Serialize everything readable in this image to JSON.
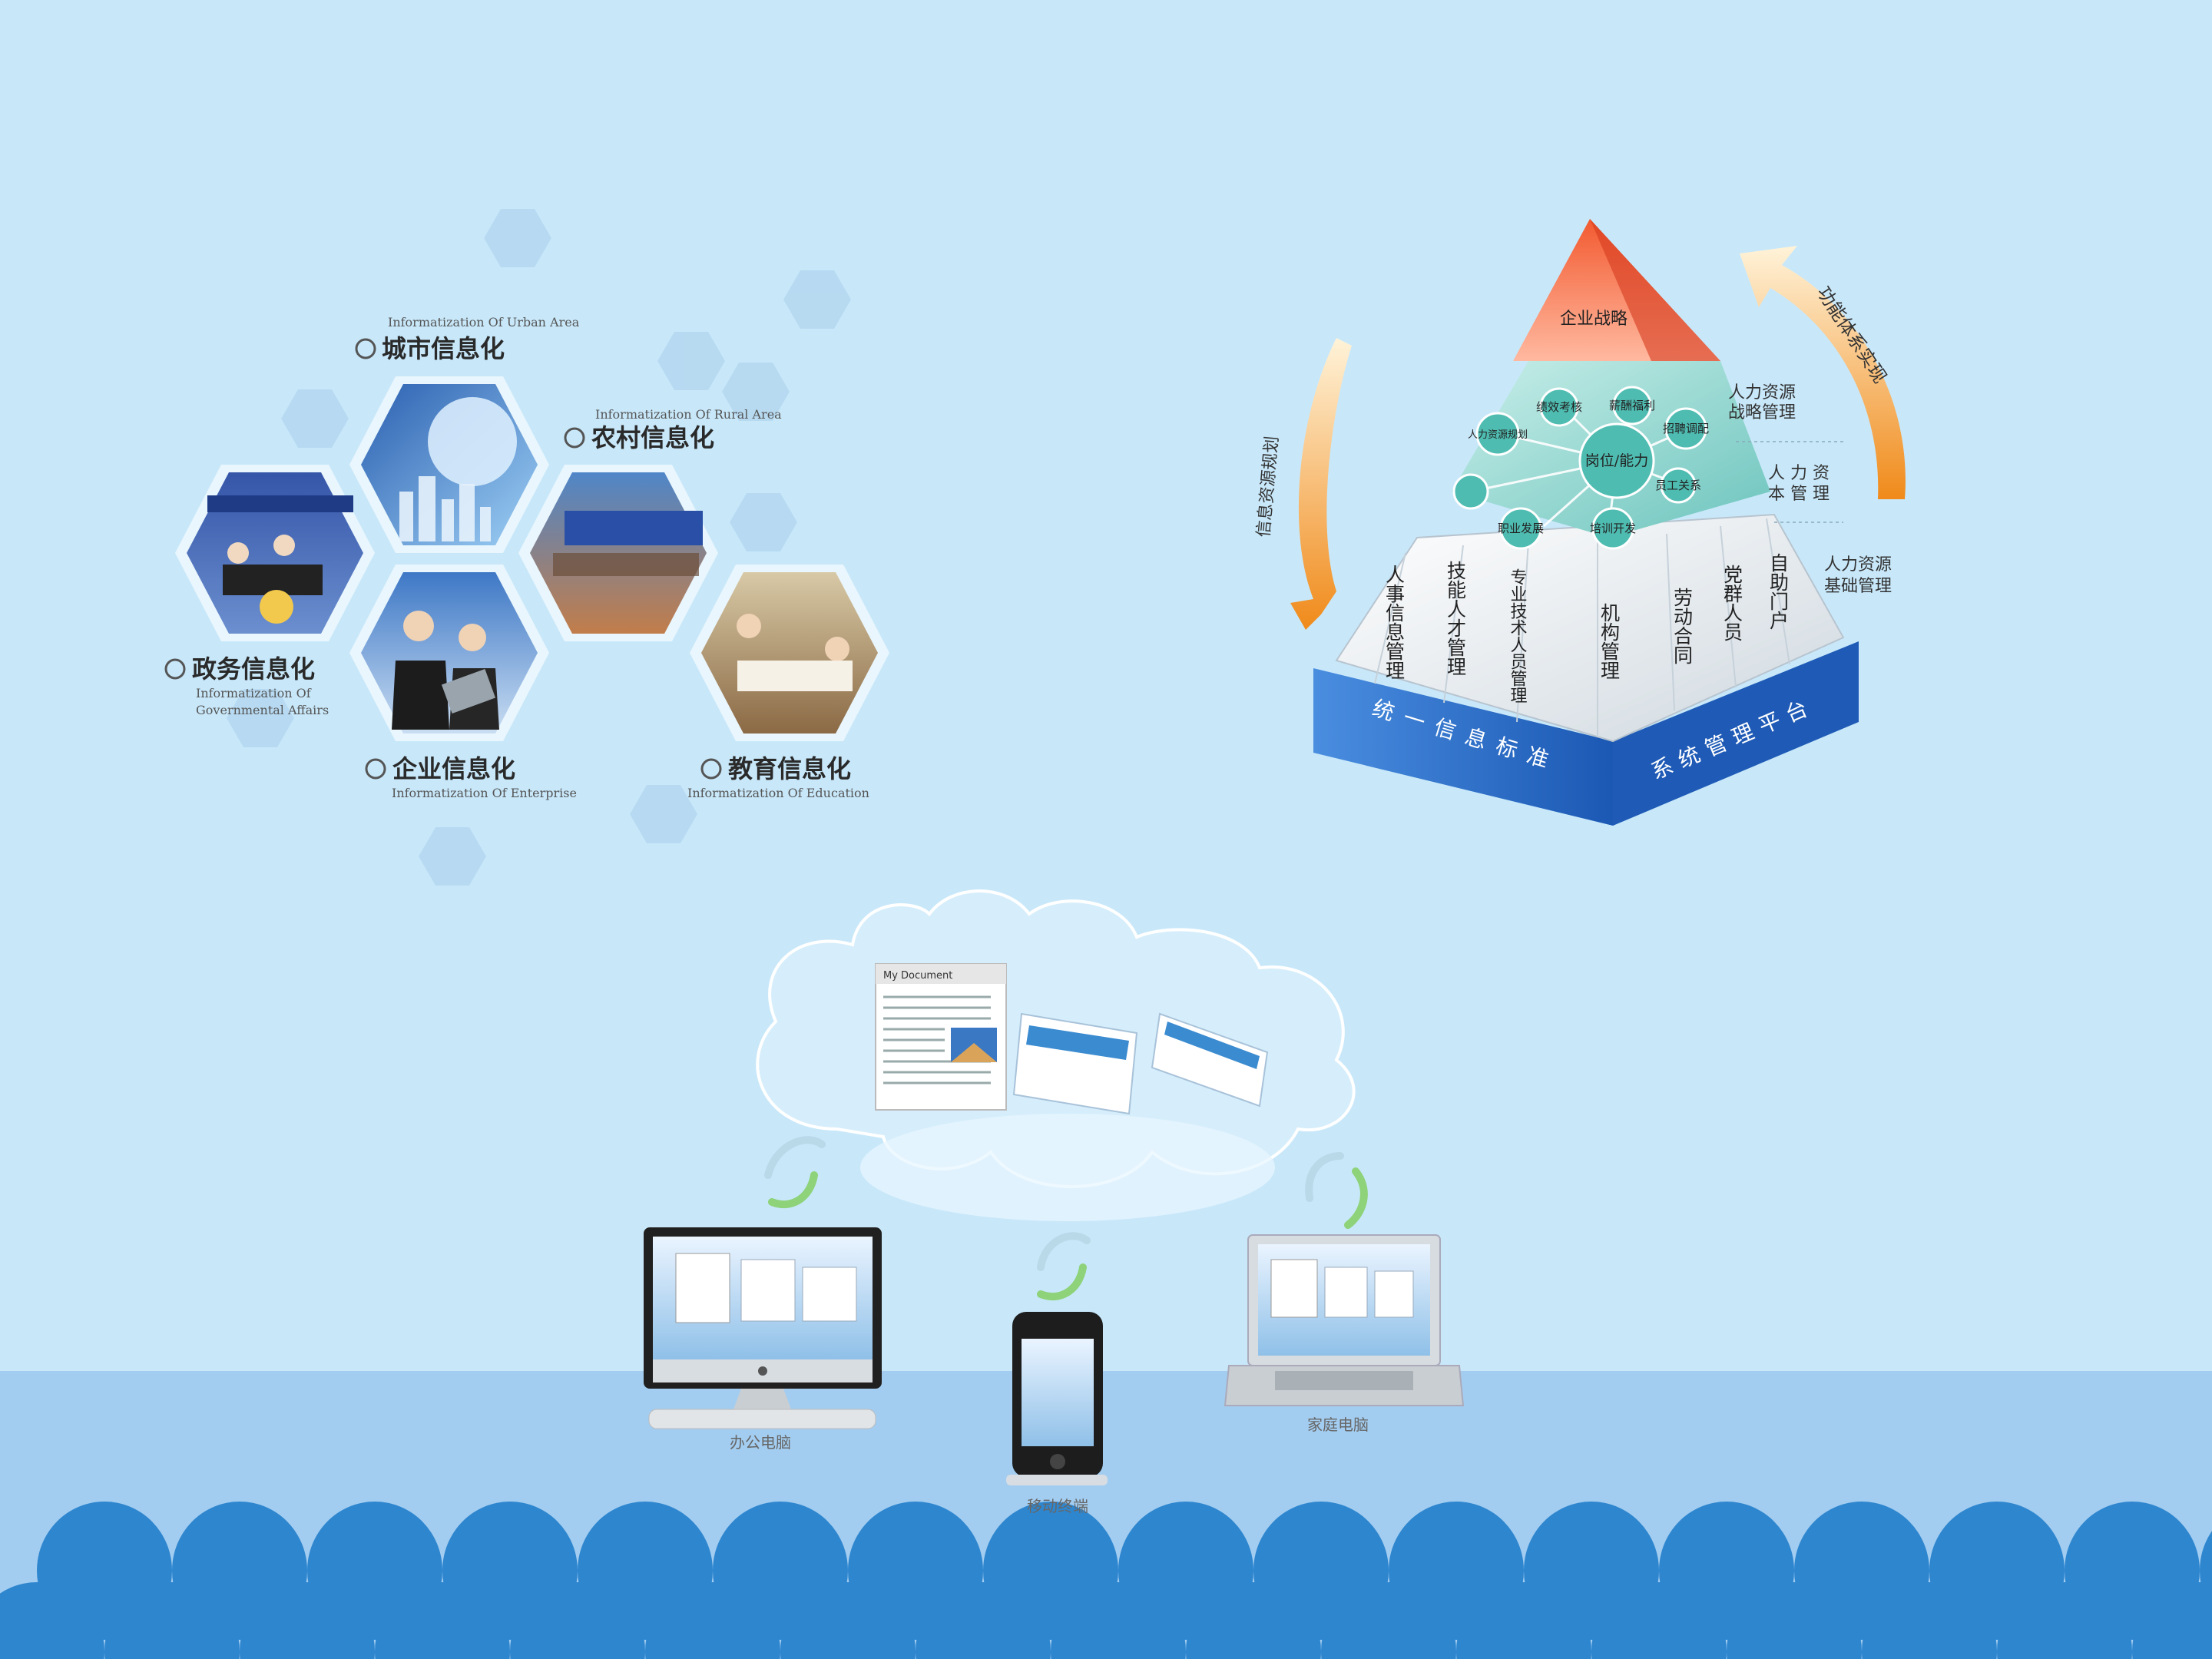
{
  "colors": {
    "background": "#c8e8fa",
    "floor": "#a3cdf0",
    "waves": "#2e86cf",
    "hex": "#b2d6ef",
    "pyramid_top": "#e8452a",
    "pyramid_mid": "#9ed8d2",
    "pyramid_band": "#2f6ec2",
    "arrow": "#f19a2c"
  },
  "hex_panel": {
    "city": {
      "cn": "城市信息化",
      "en": "Informatization Of Urban Area"
    },
    "rural": {
      "cn": "农村信息化",
      "en": "Informatization Of Rural Area"
    },
    "gov": {
      "cn": "政务信息化",
      "en1": "Informatization Of",
      "en2": "Governmental Affairs"
    },
    "enterprise": {
      "cn": "企业信息化",
      "en": "Informatization Of Enterprise"
    },
    "education": {
      "cn": "教育信息化",
      "en": "Informatization Of Education"
    }
  },
  "pyramid": {
    "top": "企业战略",
    "center": "岗位/能力",
    "nodes": [
      "绩效考核",
      "薪酬福利",
      "招聘调配",
      "培训开发",
      "职业发展",
      "人力资源规划",
      "员工关系"
    ],
    "faces": [
      "人事信息管理",
      "技能人才管理",
      "专业技术人员管理",
      "机构管理",
      "劳动合同",
      "党群人员",
      "自助门户"
    ],
    "band_left": "统一信息标准",
    "band_right": "系统管理平台",
    "side_labels": {
      "strategy": [
        "人力资源",
        "战略管理"
      ],
      "capital": [
        "人 力 资",
        "本 管 理"
      ],
      "basic": [
        "人力资源",
        "基础管理"
      ]
    },
    "arrow_right": "功能体系实现",
    "arrow_left": "信息资源规划"
  },
  "cloud": {
    "doc_title": "My Document",
    "devices": {
      "desktop": "办公电脑",
      "phone": "移动终端",
      "laptop": "家庭电脑"
    }
  }
}
